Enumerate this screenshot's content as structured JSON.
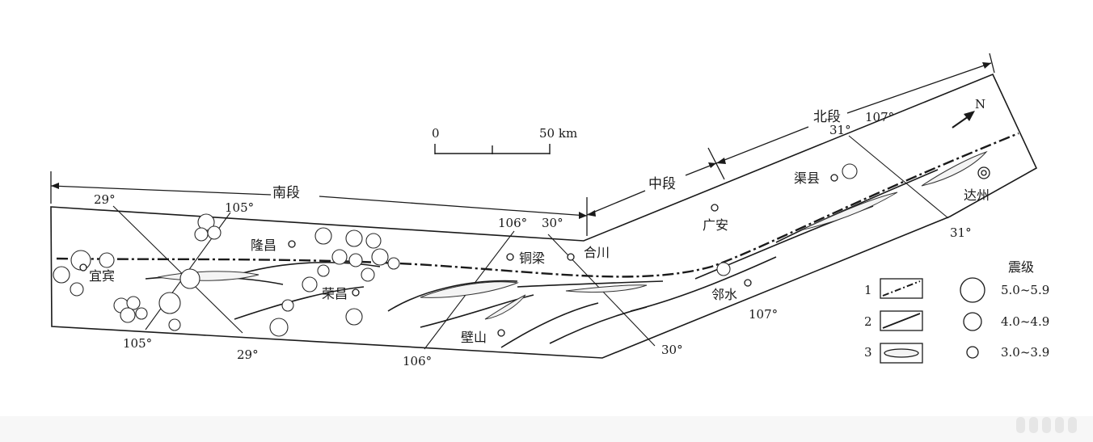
{
  "segments": {
    "south": "南段",
    "middle": "中段",
    "north": "北段"
  },
  "scale_bar": {
    "zero": "0",
    "end": "50 km"
  },
  "north_arrow": "N",
  "coordinates": {
    "lat29_top": "29°",
    "lon105_top": "105°",
    "lon106_top": "106°",
    "lat30_top": "30°",
    "lat31_top": "31°",
    "lon107_top": "107°",
    "lon105_bottom": "105°",
    "lat29_bottom": "29°",
    "lon106_bottom": "106°",
    "lat30_bottom": "30°",
    "lon107_bottom": "107°",
    "lat31_bottom": "31°"
  },
  "cities": {
    "yibin": "宜宾",
    "longchang": "隆昌",
    "rongchang": "荣昌",
    "tongliang": "铜梁",
    "hechuan": "合川",
    "bishan": "壁山",
    "guangan": "广安",
    "linshui": "邻水",
    "quxian": "渠县",
    "dazhou": "达州"
  },
  "legend": {
    "title": "震级",
    "items": [
      {
        "number": "1",
        "range": "5.0~5.9"
      },
      {
        "number": "2",
        "range": "4.0~4.9"
      },
      {
        "number": "3",
        "range": "3.0~3.9"
      }
    ]
  }
}
